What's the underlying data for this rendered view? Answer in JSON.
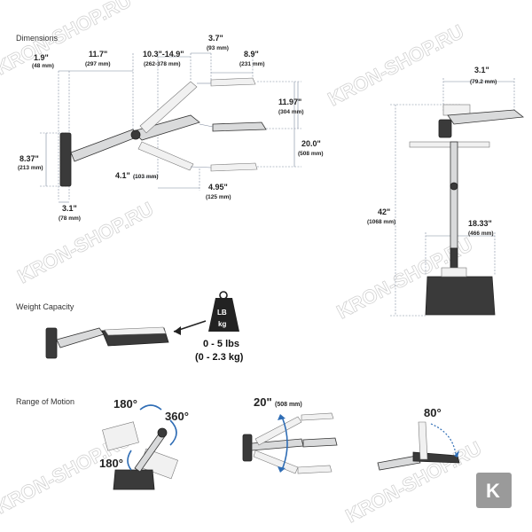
{
  "sections": {
    "dimensions": "Dimensions",
    "weight_capacity": "Weight Capacity",
    "range_of_motion": "Range of Motion"
  },
  "dims": {
    "d1": {
      "main": "1.9\"",
      "sub": "(48 mm)"
    },
    "d2": {
      "main": "11.7\"",
      "sub": "(297 mm)"
    },
    "d3": {
      "main": "10.3\"-14.9\"",
      "sub": "(262-378 mm)"
    },
    "d4": {
      "main": "3.7\"",
      "sub": "(93 mm)"
    },
    "d5": {
      "main": "8.9\"",
      "sub": "(231 mm)"
    },
    "d6": {
      "main": "11.97\"",
      "sub": "(304 mm)"
    },
    "d7": {
      "main": "20.0\"",
      "sub": "(508 mm)"
    },
    "d8": {
      "main": "8.37\"",
      "sub": "(213 mm)"
    },
    "d9": {
      "main": "4.1\"",
      "sub": "(103 mm)"
    },
    "d10": {
      "main": "4.95\"",
      "sub": "(125 mm)"
    },
    "d11": {
      "main": "3.1\"",
      "sub": "(78 mm)"
    },
    "d12": {
      "main": "3.1\"",
      "sub": "(79.2 mm)"
    },
    "d13": {
      "main": "42\"",
      "sub": "(1068 mm)"
    },
    "d14": {
      "main": "18.33\"",
      "sub": "(466 mm)"
    }
  },
  "weight": {
    "badge_line1": "LB",
    "badge_line2": "kg",
    "line1": "0 - 5 lbs",
    "line2": "(0 - 2.3 kg)"
  },
  "motion": {
    "a1": "180°",
    "a2": "360°",
    "a3": "180°",
    "a4_main": "20\"",
    "a4_sub": "(508 mm)",
    "a5": "80°"
  },
  "watermark": {
    "text": "KRON-SHOP.RU",
    "logo_letter": "K"
  },
  "colors": {
    "accent_blue": "#2f6db5",
    "dim_line": "#7f8a9e",
    "logo_bg": "#9a9a9a"
  }
}
